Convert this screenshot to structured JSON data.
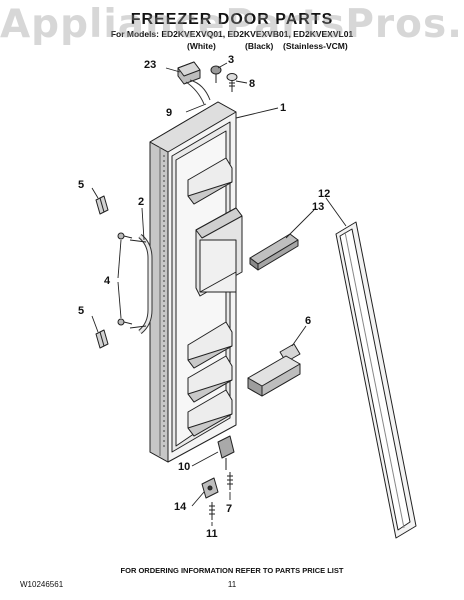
{
  "watermark": "AppliancePartsPros.com",
  "title": "FREEZER DOOR PARTS",
  "models_line": "For Models: ED2KVEXVQ01, ED2KVEXVB01, ED2KVEXVL01",
  "variants": [
    "(White)",
    "(Black)",
    "(Stainless-VCM)"
  ],
  "callouts": [
    "1",
    "2",
    "3",
    "4",
    "5",
    "5",
    "6",
    "7",
    "8",
    "9",
    "10",
    "11",
    "12",
    "13",
    "14",
    "23"
  ],
  "footer_note": "FOR ORDERING INFORMATION REFER TO PARTS PRICE LIST",
  "doc_number": "W10246561",
  "page_number": "11",
  "colors": {
    "line": "#222222",
    "shade": "#cfcfcf",
    "dark": "#7a7a7a",
    "watermark": "#969696"
  }
}
